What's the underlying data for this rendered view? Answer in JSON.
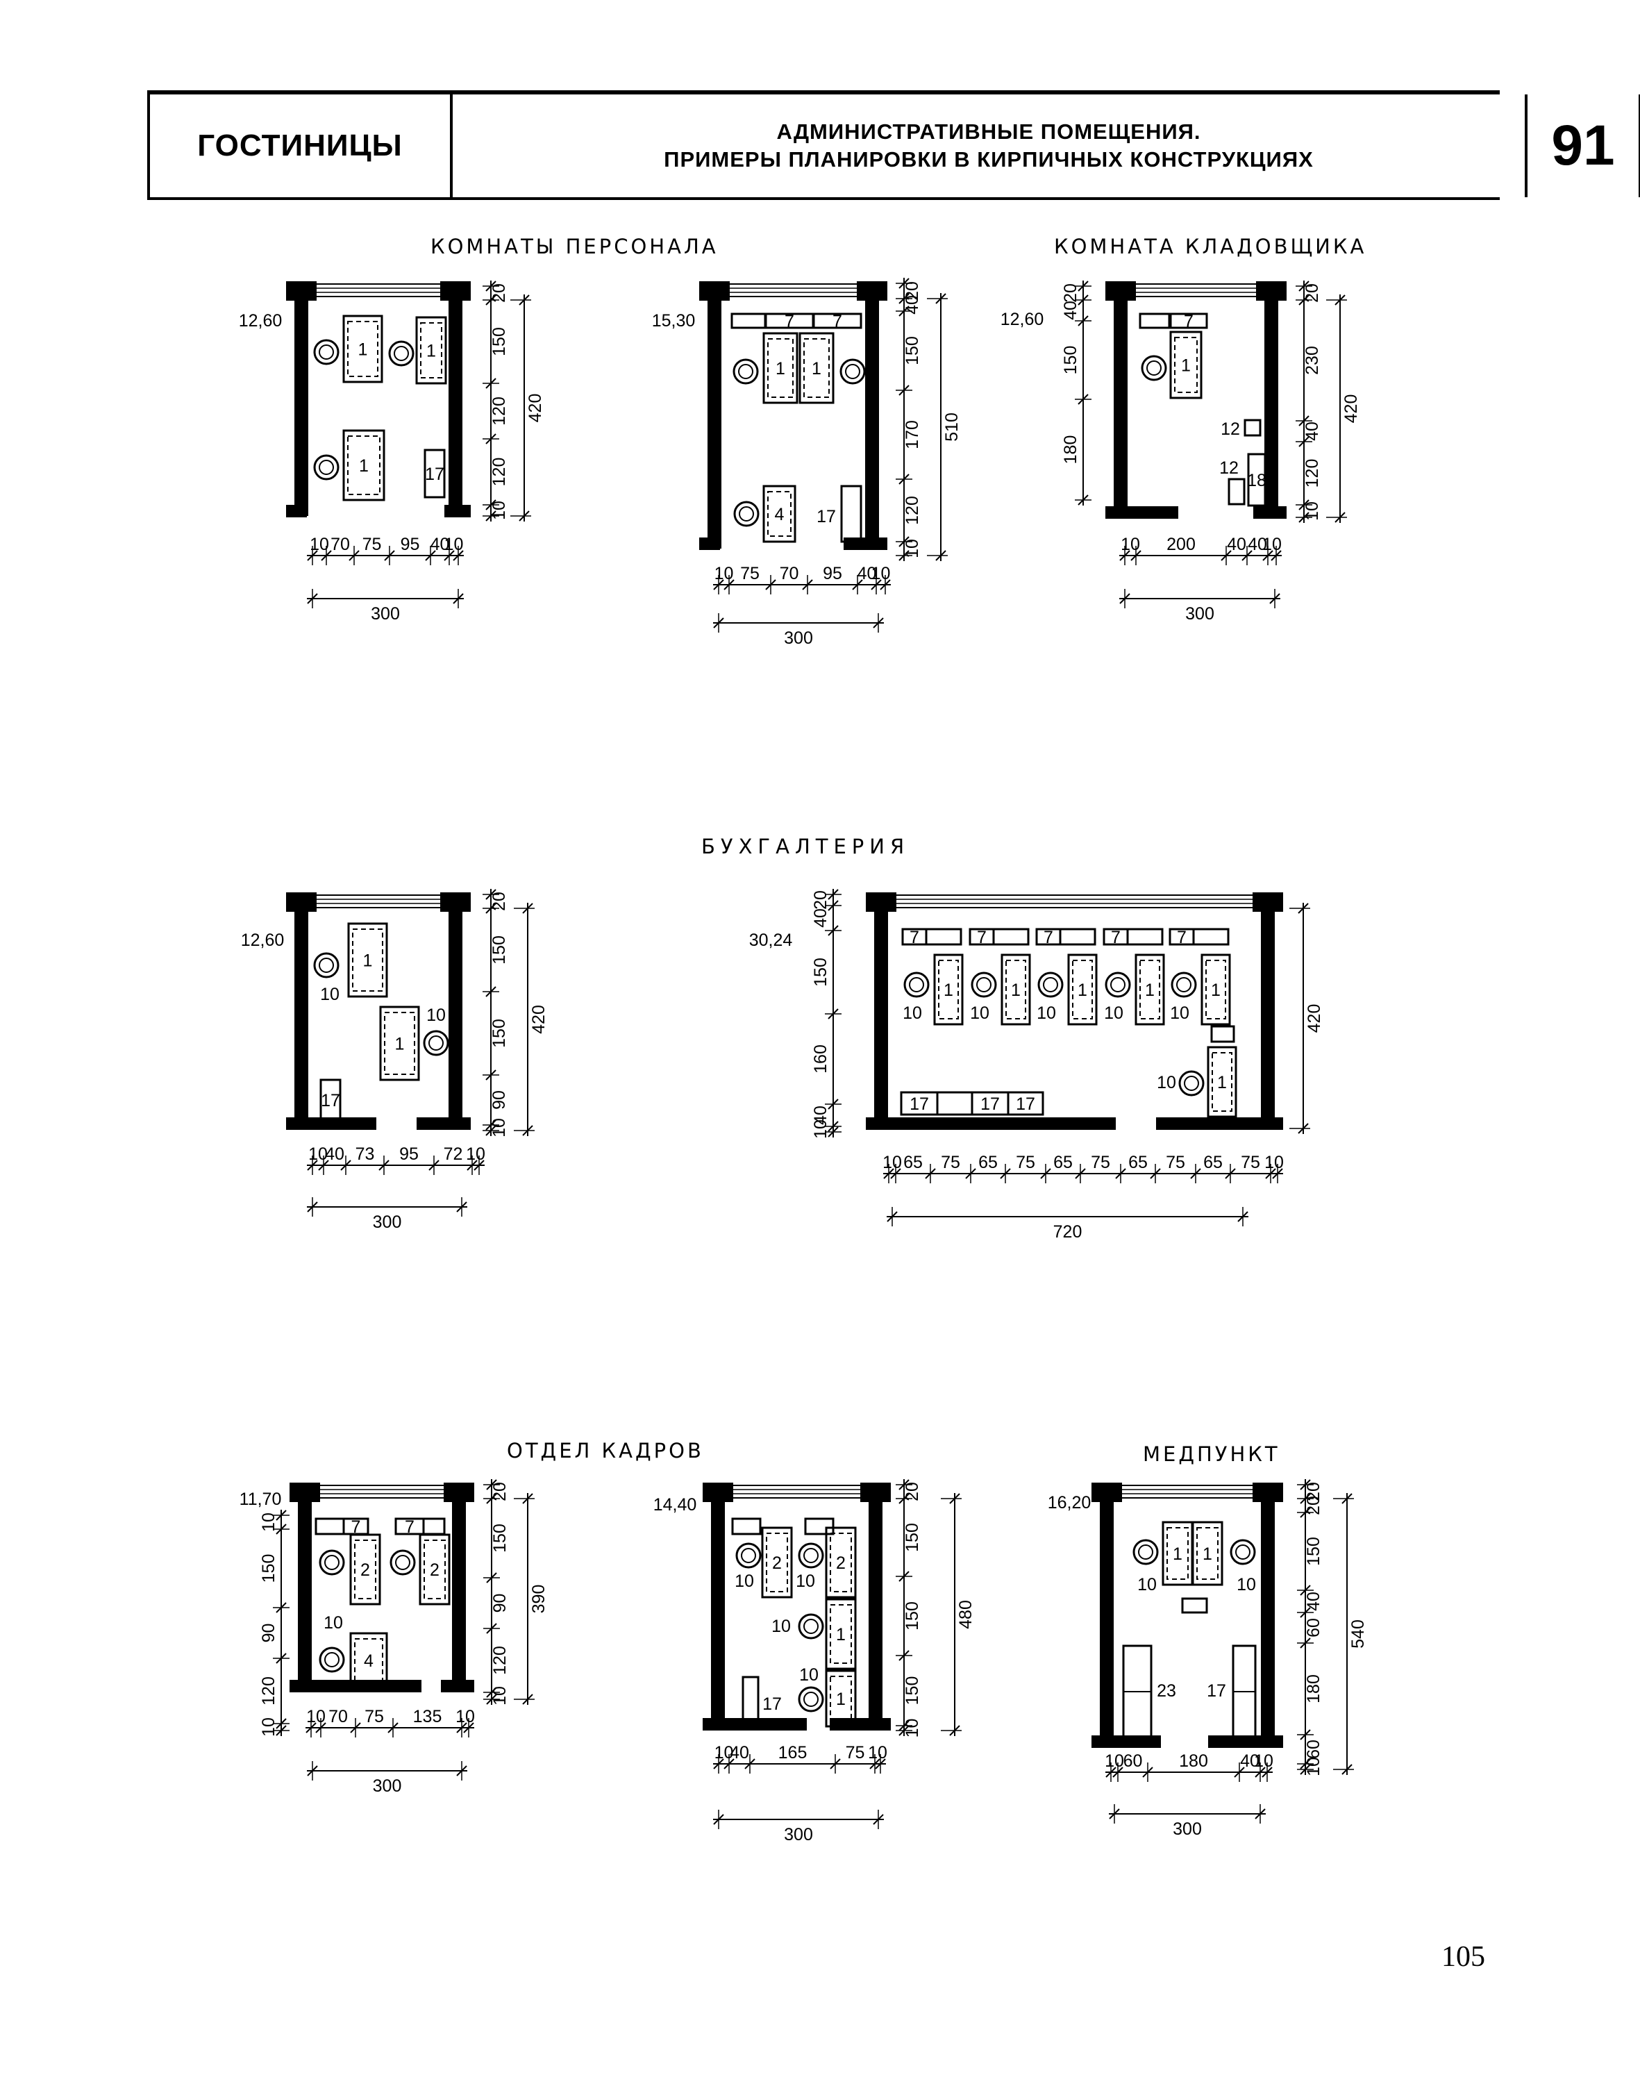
{
  "header": {
    "left": "ГОСТИНИЦЫ",
    "title_line1": "АДМИНИСТРАТИВНЫЕ ПОМЕЩЕНИЯ.",
    "title_line2": "ПРИМЕРЫ ПЛАНИРОВКИ В КИРПИЧНЫХ КОНСТРУКЦИЯХ",
    "number": "91"
  },
  "sections": {
    "staff": "КОМНАТЫ ПЕРСОНАЛА",
    "storekeeper": "КОМНАТА КЛАДОВЩИКА",
    "accounting": "БУХГАЛТЕРИЯ",
    "hr": "ОТДЕЛ КАДРОВ",
    "medical": "МЕДПУНКТ"
  },
  "page_number": "105",
  "plans": [
    {
      "id": "staff-1",
      "area": "12,60",
      "width_dims": [
        "10",
        "70",
        "75",
        "95",
        "40",
        "10"
      ],
      "width_total": "300",
      "height_dims": [
        "20",
        "150",
        "120",
        "120",
        "10"
      ],
      "height_total": "420",
      "furniture_labels": [
        "1",
        "1",
        "1",
        "17"
      ]
    },
    {
      "id": "staff-2",
      "area": "15,30",
      "width_dims": [
        "10",
        "75",
        "70",
        "95",
        "40",
        "10"
      ],
      "width_total": "300",
      "height_dims": [
        "20",
        "40",
        "150",
        "170",
        "120",
        "10"
      ],
      "height_total": "510",
      "furniture_labels": [
        "7",
        "7",
        "1",
        "1",
        "4",
        "17"
      ]
    },
    {
      "id": "storekeeper",
      "area": "12,60",
      "width_dims": [
        "10",
        "200",
        "40",
        "40",
        "10"
      ],
      "width_total": "300",
      "height_left": [
        "20",
        "40",
        "150",
        "180"
      ],
      "height_dims": [
        "20",
        "230",
        "40",
        "120",
        "10"
      ],
      "height_total": "420",
      "furniture_labels": [
        "7",
        "1",
        "12",
        "12",
        "18"
      ]
    },
    {
      "id": "staff-3",
      "area": "12,60",
      "width_dims": [
        "10",
        "40",
        "73",
        "95",
        "72",
        "10"
      ],
      "width_total": "300",
      "height_dims": [
        "20",
        "150",
        "150",
        "90",
        "10"
      ],
      "height_total": "420",
      "furniture_labels": [
        "1",
        "10",
        "10",
        "1",
        "17"
      ]
    },
    {
      "id": "accounting",
      "area": "30,24",
      "width_dims": [
        "10",
        "65",
        "75",
        "65",
        "75",
        "65",
        "75",
        "65",
        "75",
        "65",
        "75",
        "10"
      ],
      "width_total": "720",
      "height_left": [
        "20",
        "40",
        "150",
        "160",
        "40",
        "10"
      ],
      "height_total": "420",
      "furniture_labels": [
        "7",
        "1",
        "10",
        "17",
        "10"
      ]
    },
    {
      "id": "hr-1",
      "area": "11,70",
      "width_dims": [
        "10",
        "70",
        "75",
        "135",
        "10"
      ],
      "width_total": "300",
      "height_left": [
        "10",
        "150",
        "90",
        "120",
        "10"
      ],
      "height_dims": [
        "20",
        "150",
        "90",
        "120",
        "10"
      ],
      "height_total": "390",
      "furniture_labels": [
        "7",
        "7",
        "2",
        "2",
        "10",
        "4"
      ]
    },
    {
      "id": "hr-2",
      "area": "14,40",
      "width_dims": [
        "10",
        "40",
        "165",
        "75",
        "10"
      ],
      "width_total": "300",
      "height_dims": [
        "20",
        "150",
        "150",
        "150",
        "10"
      ],
      "height_total": "480",
      "furniture_labels": [
        "2",
        "2",
        "10",
        "10",
        "10",
        "10",
        "1",
        "1",
        "17"
      ]
    },
    {
      "id": "medical",
      "area": "16,20",
      "width_dims": [
        "10",
        "60",
        "180",
        "40",
        "10"
      ],
      "width_total": "300",
      "height_dims": [
        "20",
        "20",
        "150",
        "40",
        "60",
        "180",
        "60",
        "10"
      ],
      "height_total": "540",
      "furniture_labels": [
        "1",
        "1",
        "10",
        "10",
        "23",
        "17"
      ]
    }
  ]
}
